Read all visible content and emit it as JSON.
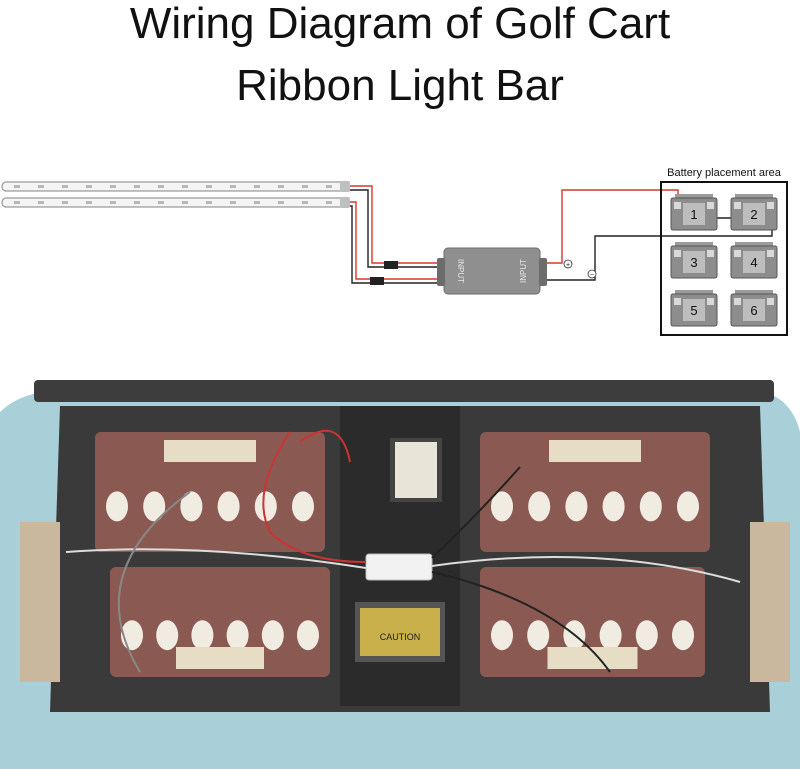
{
  "title": {
    "line1": "Wiring Diagram of Golf Cart",
    "line2": "Ribbon Light Bar"
  },
  "diagram": {
    "battery_area_label": "Battery placement area",
    "controller_input_left": "INPUT",
    "controller_input_right": "INPUT",
    "positive_symbol": "+",
    "negative_symbol": "−",
    "batteries": [
      {
        "number": "1"
      },
      {
        "number": "2"
      },
      {
        "number": "3"
      },
      {
        "number": "4"
      },
      {
        "number": "5"
      },
      {
        "number": "6"
      }
    ],
    "wire_colors": {
      "positive": "#d23a2a",
      "negative": "#222222"
    }
  },
  "photo": {
    "caution_label": "CAUTION"
  }
}
